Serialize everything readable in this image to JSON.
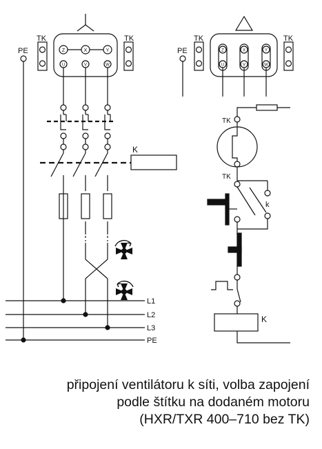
{
  "labels": {
    "tk": "TK",
    "pe": "PE",
    "k": "K",
    "k_small": "k",
    "terminals_top": [
      "Z",
      "X",
      "Y"
    ],
    "terminals_bottom": [
      "U",
      "V",
      "W"
    ],
    "lines": [
      "L1",
      "L2",
      "L3",
      "PE"
    ]
  },
  "icons": {
    "star": "star-connection-icon",
    "delta": "delta-connection-icon",
    "fan_cw": "fan-rotation-icon",
    "fan_ccw": "fan-reverse-rotation-icon"
  },
  "caption": {
    "line1": "připojení ventilátoru k síti, volba zapojení",
    "line2": "podle štítku na dodaném motoru",
    "line3": "(HXR/TXR 400–710 bez TK)"
  }
}
